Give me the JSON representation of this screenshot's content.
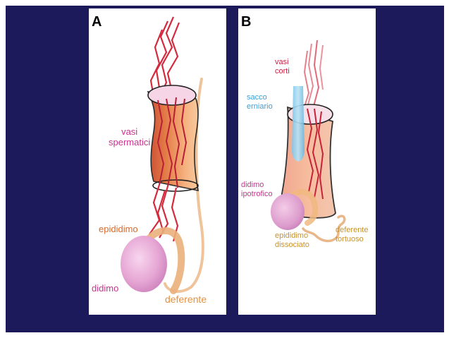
{
  "colors": {
    "slide_background": "#1c1a5a",
    "panel_background": "#ffffff",
    "vessels": "#d42a3e",
    "label_magenta": "#c8338e",
    "label_orange": "#d86a2a",
    "label_gold": "#c8922e",
    "label_blue": "#3aa0d8",
    "label_red": "#cc2244"
  },
  "panel_a": {
    "letter": "A",
    "labels": {
      "vasi_spermatici": "vasi\nspermatici",
      "epididimo": "epididimo",
      "didimo": "didimo",
      "deferente": "deferente"
    }
  },
  "panel_b": {
    "letter": "B",
    "labels": {
      "vasi_corti": "vasi\ncorti",
      "sacco_erniario": "sacco\nerniario",
      "didimo_ipotrofico": "didimo\nipotrofico",
      "epididimo_dissociato": "epididimo\ndissociato",
      "deferente_tortuoso": "deferente\ntortuoso"
    }
  }
}
